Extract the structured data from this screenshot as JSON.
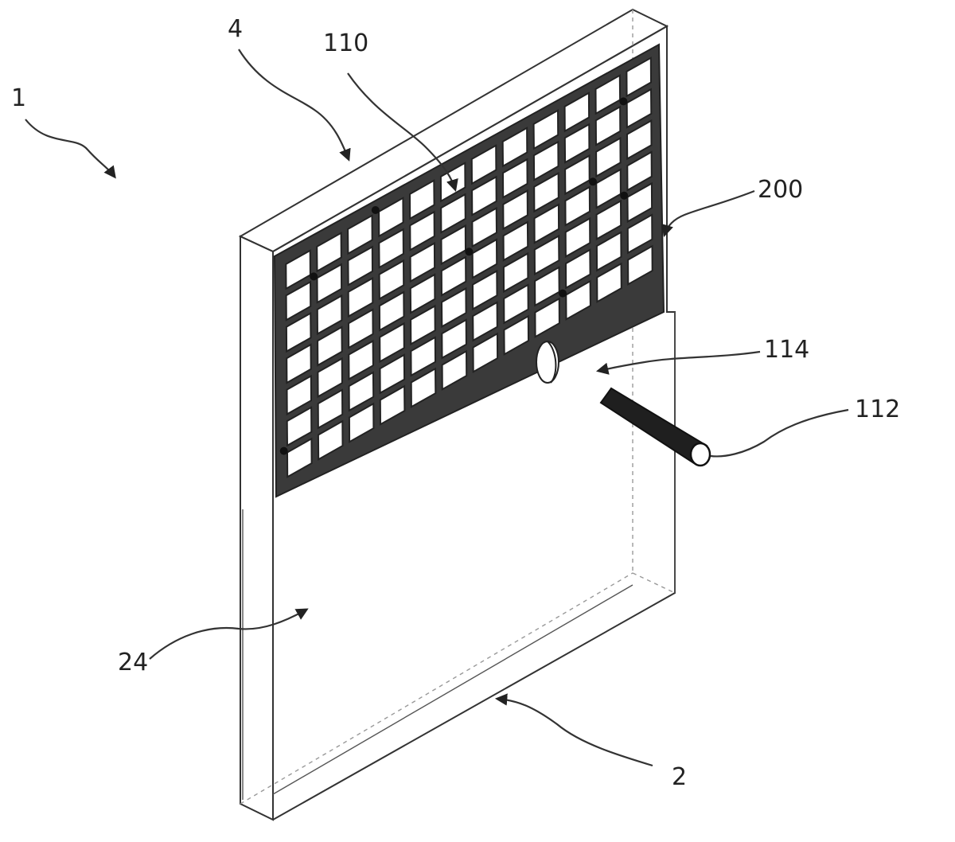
{
  "figure": {
    "labels": {
      "device": "1",
      "housing": "2",
      "frame_top": "4",
      "face": "24",
      "grid_point": "110",
      "rod": "112",
      "opening": "114",
      "grid": "200"
    }
  }
}
